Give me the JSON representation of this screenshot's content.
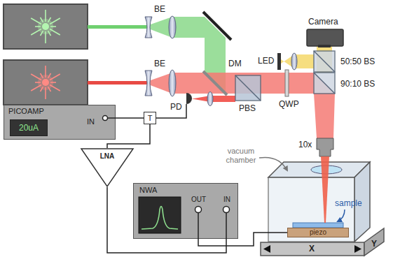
{
  "diagram": {
    "nodes": [
      {
        "text": [
          "PICOAMP",
          "IN"
        ]
      },
      {
        "text": [
          "20uA"
        ],
        "in": 0
      },
      {
        "text": [
          "T"
        ]
      },
      {
        "text": [
          "LNA"
        ]
      },
      {
        "text": [
          "NWA",
          "OUT",
          "IN"
        ]
      },
      {
        "text": [
          "piezo"
        ]
      }
    ],
    "edges": [
      {
        "from": 2,
        "to": 0,
        "arrow": "none"
      },
      {
        "from": 2,
        "to": 3,
        "arrow": "none"
      },
      {
        "from": 3,
        "to": 4,
        "arrow": "none"
      },
      {
        "from": 4,
        "to": 5,
        "arrow": "none"
      }
    ],
    "labels": [
      "BE",
      "BE",
      "Camera",
      "LED",
      "DM",
      "50:50 BS",
      "90:10 BS",
      "QWP",
      "PBS",
      "PD",
      "10x",
      "vacuum chamber",
      "sample",
      "X",
      "Y"
    ]
  }
}
